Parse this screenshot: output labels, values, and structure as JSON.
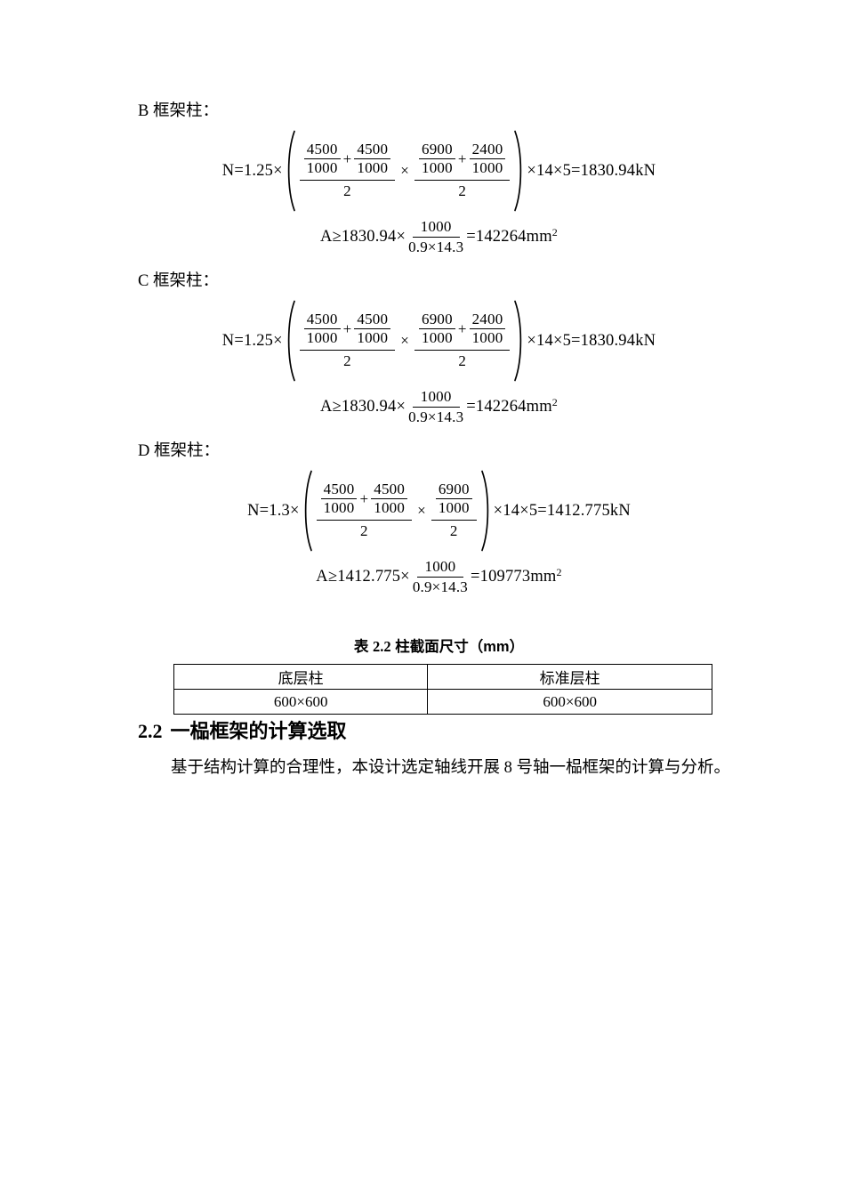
{
  "page": {
    "background_color": "#ffffff",
    "text_color": "#000000"
  },
  "sections": [
    {
      "label": "B 框架柱：",
      "n_formula": {
        "lhs": "N=1.25×",
        "frac1": {
          "f1n": "4500",
          "f1d": "1000",
          "op": "+",
          "f2n": "4500",
          "f2d": "1000",
          "den": "2"
        },
        "times": "×",
        "frac2": {
          "f1n": "6900",
          "f1d": "1000",
          "op": "+",
          "f2n": "2400",
          "f2d": "1000",
          "den": "2"
        },
        "rhs": "×14×5=1830.94kN"
      },
      "a_formula": {
        "lhs": "A≥1830.94×",
        "num": "1000",
        "den": "0.9×14.3",
        "rhs": "=142264mm",
        "sup": "2"
      }
    },
    {
      "label": "C 框架柱：",
      "n_formula": {
        "lhs": "N=1.25×",
        "frac1": {
          "f1n": "4500",
          "f1d": "1000",
          "op": "+",
          "f2n": "4500",
          "f2d": "1000",
          "den": "2"
        },
        "times": "×",
        "frac2": {
          "f1n": "6900",
          "f1d": "1000",
          "op": "+",
          "f2n": "2400",
          "f2d": "1000",
          "den": "2"
        },
        "rhs": "×14×5=1830.94kN"
      },
      "a_formula": {
        "lhs": "A≥1830.94×",
        "num": "1000",
        "den": "0.9×14.3",
        "rhs": "=142264mm",
        "sup": "2"
      }
    },
    {
      "label": "D 框架柱：",
      "n_formula": {
        "lhs": "N=1.3×",
        "frac1": {
          "f1n": "4500",
          "f1d": "1000",
          "op": "+",
          "f2n": "4500",
          "f2d": "1000",
          "den": "2"
        },
        "times": "×",
        "frac2": {
          "f1n": "6900",
          "f1d": "1000",
          "den": "2"
        },
        "rhs": "×14×5=1412.775kN"
      },
      "a_formula": {
        "lhs": "A≥1412.775×",
        "num": "1000",
        "den": "0.9×14.3",
        "rhs": "=109773mm",
        "sup": "2"
      }
    }
  ],
  "table": {
    "caption_prefix": "表 ",
    "caption_number": "2.2",
    "caption_title": " 柱截面尺寸（mm）",
    "headers": [
      "底层柱",
      "标准层柱"
    ],
    "rows": [
      [
        "600×600",
        "600×600"
      ]
    ]
  },
  "heading": {
    "number": "2.2",
    "title": "一榀框架的计算选取"
  },
  "paragraph": "基于结构计算的合理性，本设计选定轴线开展 8 号轴一榀框架的计算与分析。"
}
